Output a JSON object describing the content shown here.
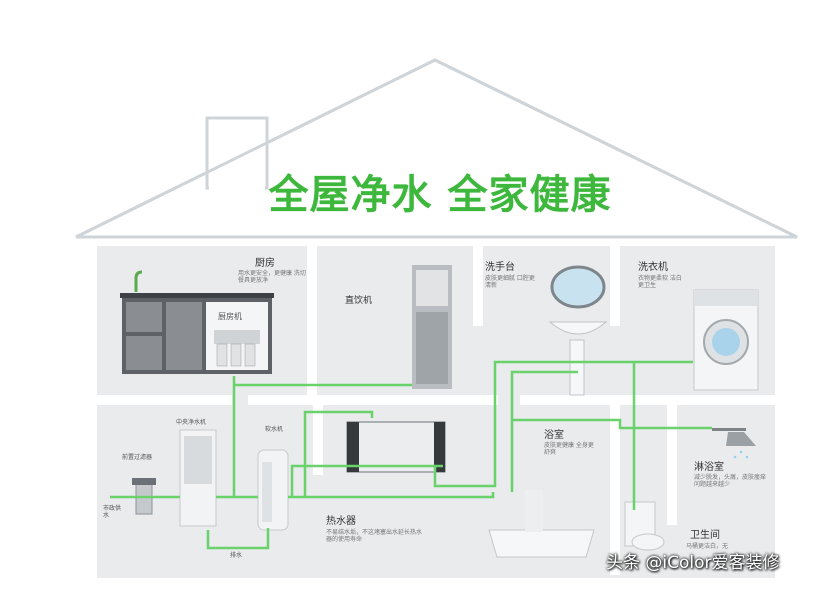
{
  "headline": "全屋净水 全家健康",
  "rooms": {
    "kitchen": {
      "title": "厨房",
      "desc": "用水更安全，更健康 洗切餐具更放净"
    },
    "kitchen_device": "厨房机",
    "drinking": {
      "title": "直饮机"
    },
    "washbasin": {
      "title": "洗手台",
      "desc": "皮肤更细腻 口腔更清新"
    },
    "laundry": {
      "title": "洗衣机",
      "desc": "衣物更柔软 洁白更卫生"
    },
    "central": {
      "title": "中央净水机"
    },
    "prefilter": {
      "title": "前置过滤器"
    },
    "softener": {
      "title": "软水机"
    },
    "municipal": "市政供水",
    "drain": "排水",
    "bathroom": {
      "title": "浴室",
      "desc": "皮肤更健康 全身更舒爽"
    },
    "shower": {
      "title": "淋浴室",
      "desc": "减少脱发，头屑，皮肤瘙痒问题越来越少"
    },
    "toilet": {
      "title": "卫生间",
      "desc": "马桶更洁白，无"
    },
    "heater": {
      "title": "热水器",
      "desc": "不易结水垢，不这堵塞出水延长热水器的使用寿命"
    }
  },
  "watermark": "头条 @iColor爱客装修",
  "colors": {
    "pipe": "#69d26a",
    "wall": "#dde0e3",
    "headline": "#3db83d"
  }
}
